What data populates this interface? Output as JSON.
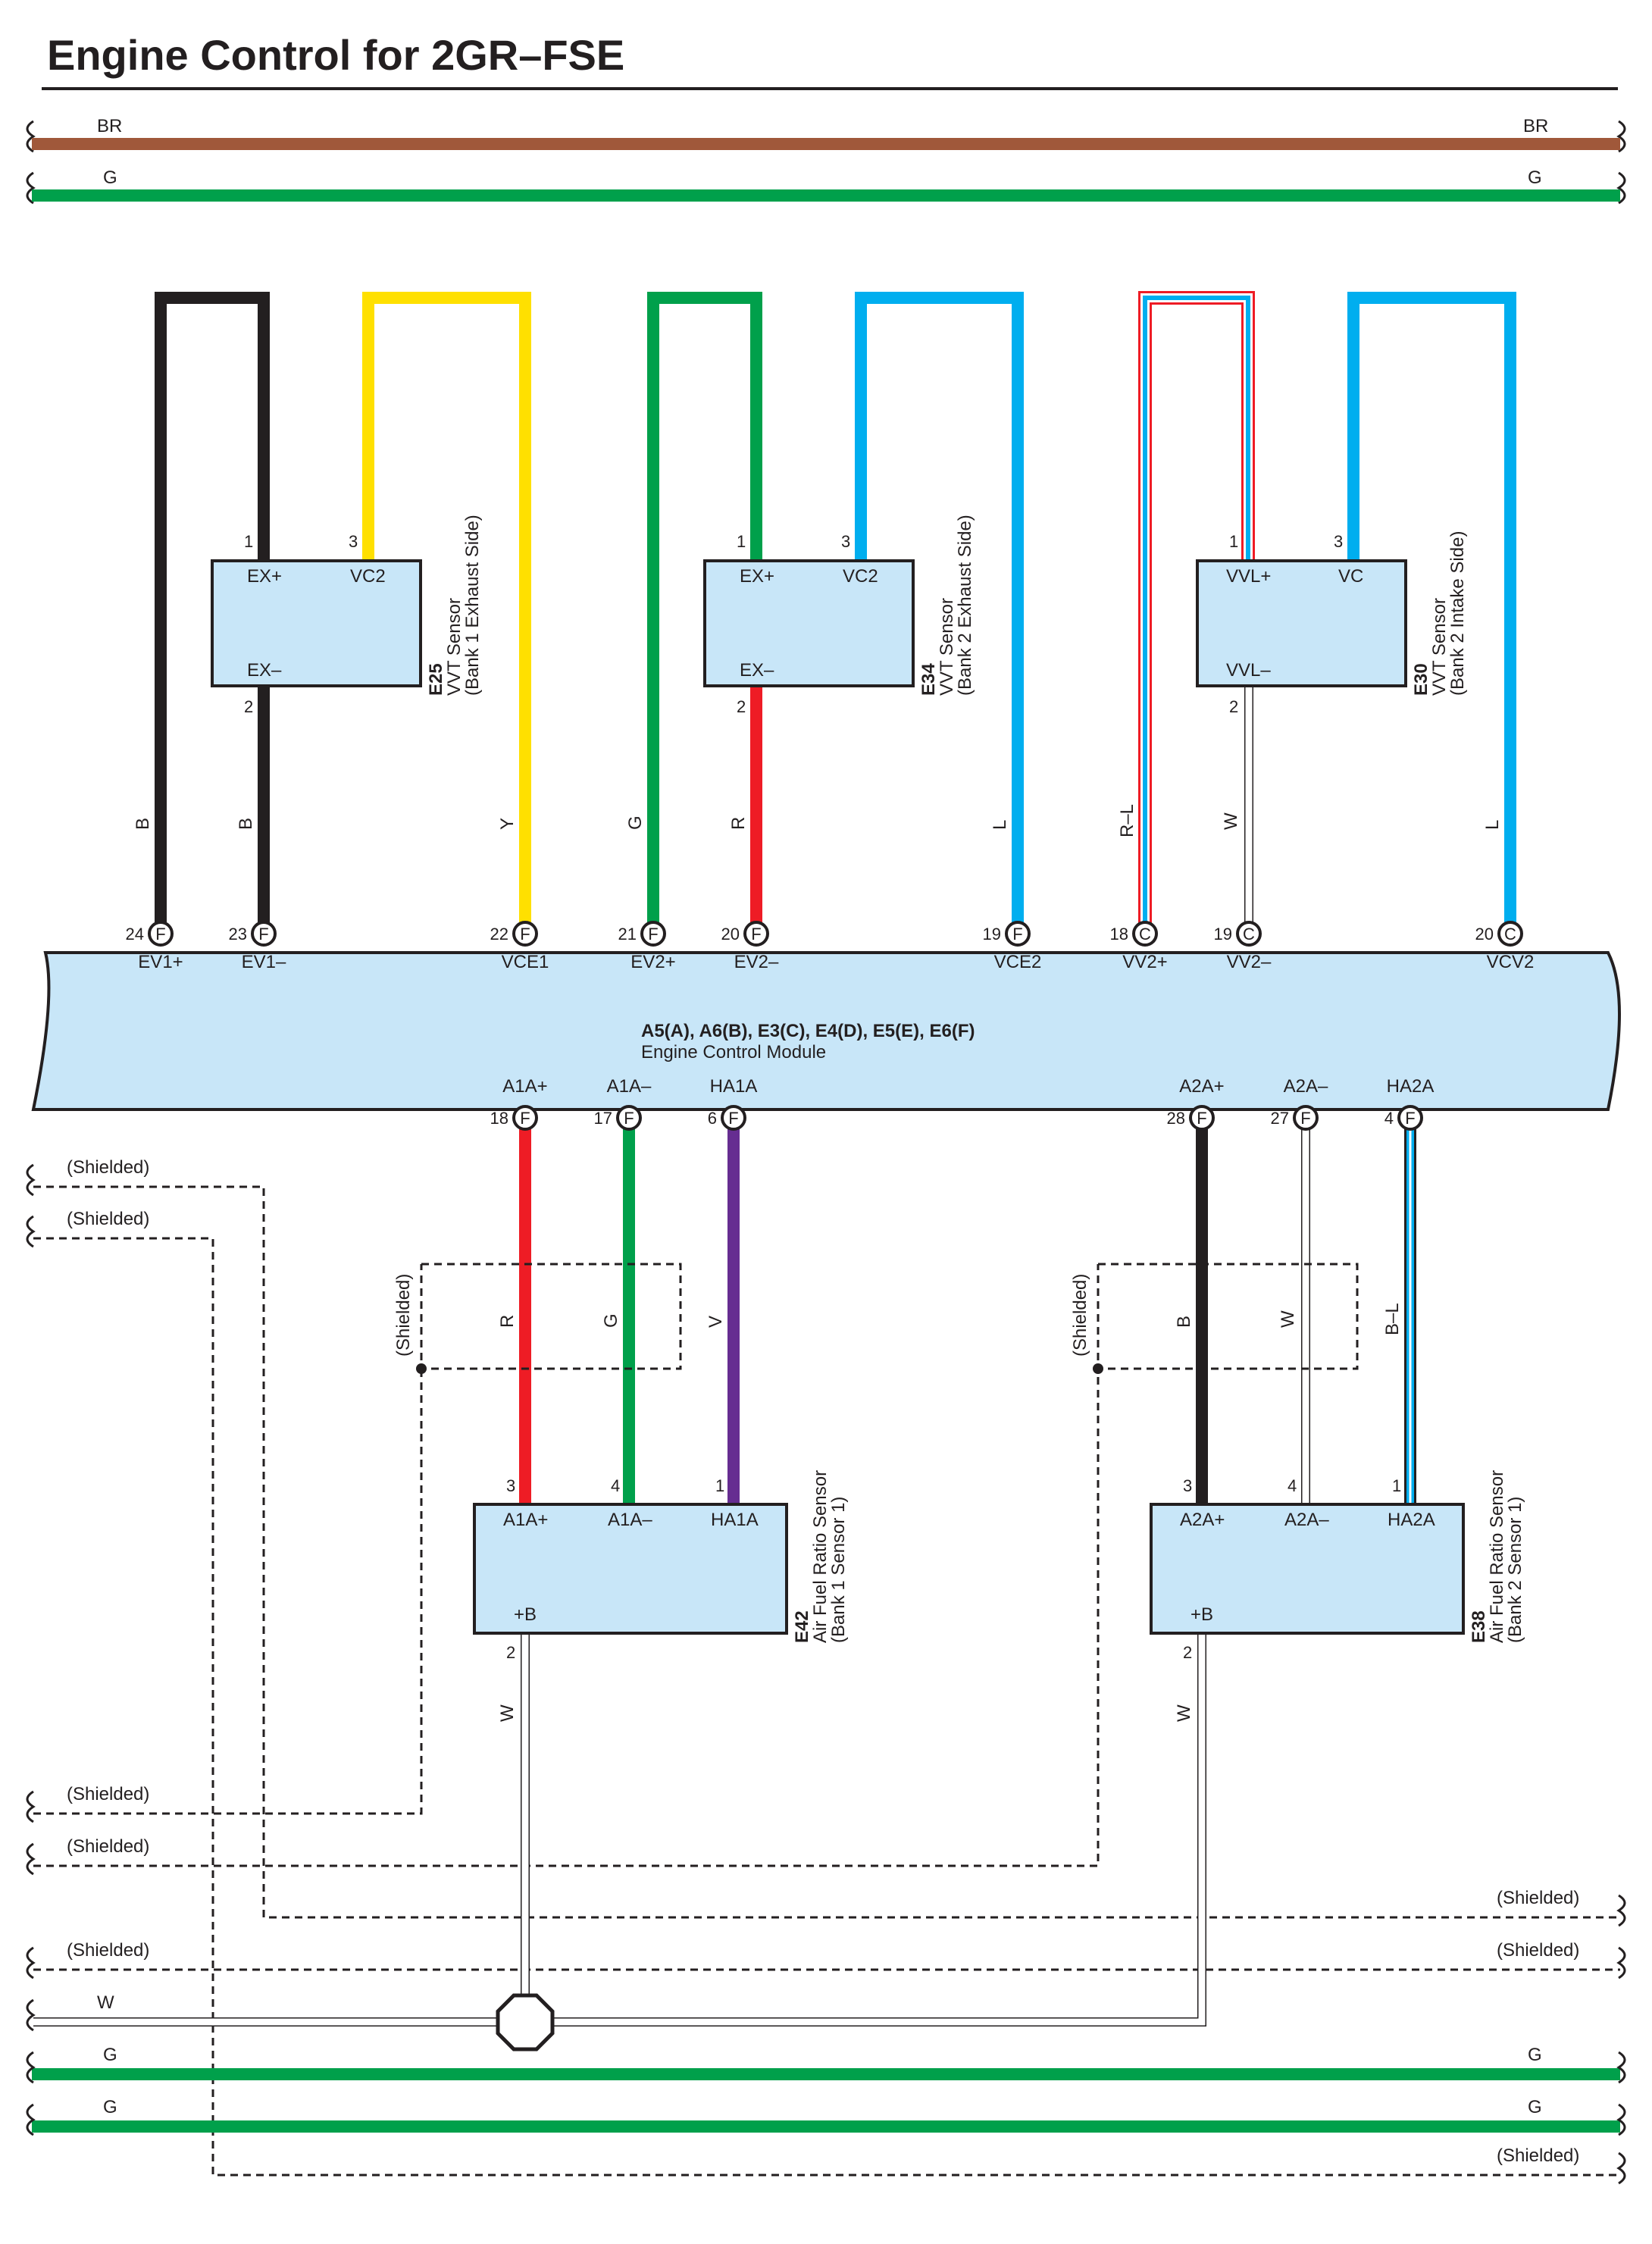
{
  "title": "Engine Control for 2GR–FSE",
  "colors": {
    "BR": "#a0583a",
    "G": "#00a04b",
    "B": "#231f20",
    "Y": "#ffe000",
    "R": "#ee1c25",
    "L": "#00aeef",
    "V": "#662d91",
    "W": "#ffffff",
    "box_fill": "#c8e6f8",
    "outline": "#231f20"
  },
  "top_bus": [
    {
      "left": "BR",
      "right": "BR",
      "color": "BR"
    },
    {
      "left": "G",
      "right": "G",
      "color": "G"
    }
  ],
  "sensors_top": [
    {
      "id": "E25",
      "name": "VVT Sensor",
      "sub": "(Bank 1 Exhaust Side)",
      "pins": [
        {
          "num": "1",
          "label": "EX+"
        },
        {
          "num": "3",
          "label": "VC2"
        },
        {
          "num": "2",
          "label": "EX–"
        }
      ]
    },
    {
      "id": "E34",
      "name": "VVT Sensor",
      "sub": "(Bank 2 Exhaust Side)",
      "pins": [
        {
          "num": "1",
          "label": "EX+"
        },
        {
          "num": "3",
          "label": "VC2"
        },
        {
          "num": "2",
          "label": "EX–"
        }
      ]
    },
    {
      "id": "E30",
      "name": "VVT Sensor",
      "sub": "(Bank 2 Intake Side)",
      "pins": [
        {
          "num": "1",
          "label": "VVL+"
        },
        {
          "num": "3",
          "label": "VC"
        },
        {
          "num": "2",
          "label": "VVL–"
        }
      ]
    }
  ],
  "wire_colors_top": [
    "B",
    "B",
    "Y",
    "G",
    "R",
    "L",
    "R–L",
    "W",
    "L"
  ],
  "ecm": {
    "connectors": "A5(A), A6(B), E3(C), E4(D), E5(E), E6(F)",
    "name": "Engine Control Module",
    "top_terminals": [
      {
        "pin": "24",
        "conn": "F",
        "label": "EV1+"
      },
      {
        "pin": "23",
        "conn": "F",
        "label": "EV1–"
      },
      {
        "pin": "22",
        "conn": "F",
        "label": "VCE1"
      },
      {
        "pin": "21",
        "conn": "F",
        "label": "EV2+"
      },
      {
        "pin": "20",
        "conn": "F",
        "label": "EV2–"
      },
      {
        "pin": "19",
        "conn": "F",
        "label": "VCE2"
      },
      {
        "pin": "18",
        "conn": "C",
        "label": "VV2+"
      },
      {
        "pin": "19",
        "conn": "C",
        "label": "VV2–"
      },
      {
        "pin": "20",
        "conn": "C",
        "label": "VCV2"
      }
    ],
    "bottom_terminals": [
      {
        "pin": "18",
        "conn": "F",
        "label": "A1A+"
      },
      {
        "pin": "17",
        "conn": "F",
        "label": "A1A–"
      },
      {
        "pin": "6",
        "conn": "F",
        "label": "HA1A"
      },
      {
        "pin": "28",
        "conn": "F",
        "label": "A2A+"
      },
      {
        "pin": "27",
        "conn": "F",
        "label": "A2A–"
      },
      {
        "pin": "4",
        "conn": "F",
        "label": "HA2A"
      }
    ]
  },
  "wire_colors_bottom": [
    "R",
    "G",
    "V",
    "B",
    "W",
    "B–L"
  ],
  "shielded": "(Shielded)",
  "sensors_bottom": [
    {
      "id": "E42",
      "name": "Air Fuel Ratio Sensor",
      "sub": "(Bank 1 Sensor 1)",
      "pins": [
        {
          "num": "3",
          "label": "A1A+"
        },
        {
          "num": "4",
          "label": "A1A–"
        },
        {
          "num": "1",
          "label": "HA1A"
        }
      ],
      "bplus_pin": "2",
      "bplus": "+B",
      "bplus_wire": "W"
    },
    {
      "id": "E38",
      "name": "Air Fuel Ratio Sensor",
      "sub": "(Bank 2 Sensor 1)",
      "pins": [
        {
          "num": "3",
          "label": "A2A+"
        },
        {
          "num": "4",
          "label": "A2A–"
        },
        {
          "num": "1",
          "label": "HA2A"
        }
      ],
      "bplus_pin": "2",
      "bplus": "+B",
      "bplus_wire": "W"
    }
  ],
  "bottom_bus": {
    "w_label": "W",
    "g_lines": [
      {
        "left": "G",
        "right": "G"
      },
      {
        "left": "G",
        "right": "G"
      }
    ]
  }
}
